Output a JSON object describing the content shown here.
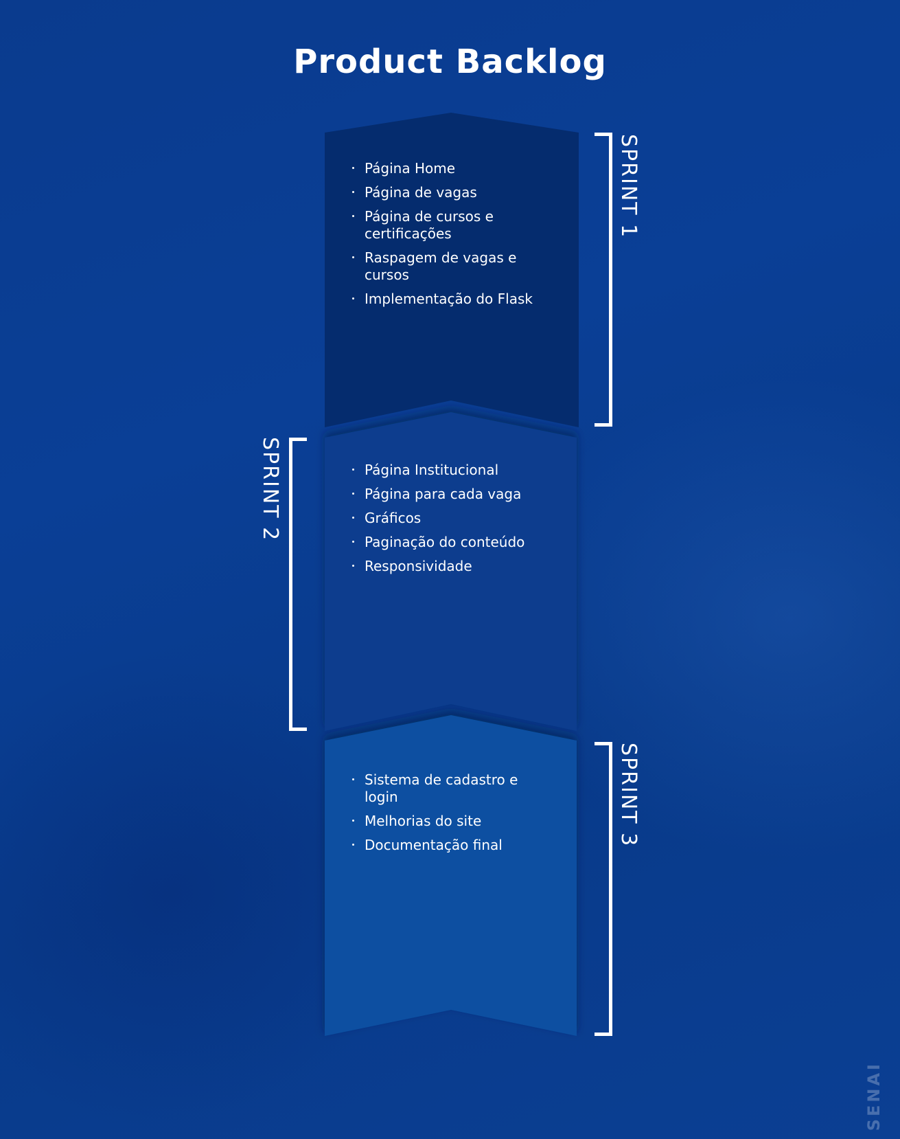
{
  "title": "Product Backlog",
  "sprints": [
    {
      "label": "SPRINT 1",
      "items": [
        "Página Home",
        "Página de vagas",
        "Página de cursos e certificações",
        "Raspagem de vagas e cursos",
        "Implementação do Flask"
      ]
    },
    {
      "label": "SPRINT 2",
      "items": [
        "Página Institucional",
        "Página para cada vaga",
        "Gráficos",
        "Paginação do conteúdo",
        "Responsividade"
      ]
    },
    {
      "label": "SPRINT 3",
      "items": [
        "Sistema de cadastro e login",
        "Melhorias do site",
        "Documentação final"
      ]
    }
  ],
  "watermark": "SENAI",
  "colors": {
    "background": "#0a3b8e",
    "block1": "#052c6e",
    "block2": "#093e8e",
    "block3": "#0a4fa1",
    "text": "#ffffff"
  }
}
